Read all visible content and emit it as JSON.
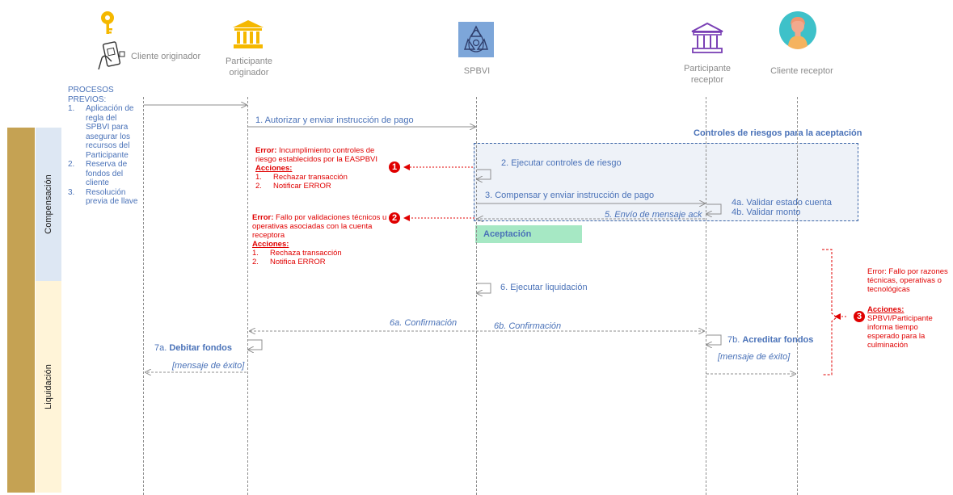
{
  "actors": [
    {
      "name": "Cliente originador",
      "icon": "key-phone-icon"
    },
    {
      "name": "Participante originador",
      "icon": "bank-icon"
    },
    {
      "name": "SPBVI",
      "icon": "spbvi-logo-icon"
    },
    {
      "name": "Participante receptor",
      "icon": "bank-outline-icon"
    },
    {
      "name": "Cliente receptor",
      "icon": "person-avatar-icon"
    }
  ],
  "procesos": {
    "title": "PROCESOS PREVIOS:",
    "items": [
      {
        "n": "1.",
        "text": "Aplicación de regla del SPBVI para asegurar los recursos del Participante"
      },
      {
        "n": "2.",
        "text": "Reserva de fondos del cliente"
      },
      {
        "n": "3.",
        "text": "Resolución previa de llave"
      }
    ]
  },
  "phases": {
    "compensacion": "Compensación",
    "liquidacion": "Liquidación"
  },
  "controles_title": "Controles de riesgos para la aceptación",
  "messages": {
    "m1": "1. Autorizar y enviar instrucción de pago",
    "m2": "2. Ejecutar controles de riesgo",
    "m3": "3. Compensar y enviar instrucción de pago",
    "m4a": "4a. Validar estado cuenta",
    "m4b": "4b. Validar monto",
    "m5": "5. Envío de mensaje ack",
    "aceptacion": "Aceptación",
    "m6": "6. Ejecutar liquidación",
    "m6a": "6a. Confirmación",
    "m6b": "6b. Confirmación",
    "m7a_pre": "7a. ",
    "m7a_bold": "Debitar fondos",
    "m7b_pre": "7b. ",
    "m7b_bold": "Acreditar fondos",
    "exito1": "[mensaje de éxito]",
    "exito2": "[mensaje de éxito]"
  },
  "errors": {
    "e1": {
      "num": "1",
      "lead": "Error:",
      "text": "Incumplimiento controles de riesgo establecidos por la EASPBVI",
      "acciones": "Acciones:",
      "items": [
        {
          "n": "1.",
          "t": "Rechazar transacción"
        },
        {
          "n": "2.",
          "t": "Notificar ERROR"
        }
      ]
    },
    "e2": {
      "num": "2",
      "lead": "Error:",
      "text": "Fallo por validaciones técnicos u operativas asociadas con la cuenta receptora",
      "acciones": "Acciones:",
      "items": [
        {
          "n": "1.",
          "t": "Rechaza transacción"
        },
        {
          "n": "2.",
          "t": "Notifica ERROR"
        }
      ]
    },
    "e3": {
      "num": "3",
      "text": "Error: Fallo por razones técnicas, operativas o tecnológicas",
      "acciones": "Acciones:",
      "detail": "SPBVI/Participante informa tiempo esperado para la culminación"
    }
  },
  "colors": {
    "blue": "#4a72b8",
    "red": "#e00000",
    "compensacion_bg": "#dde7f3",
    "liquidacion_bg": "#fff4d8",
    "phase_bar": "#c5a253",
    "aceptacion_bg": "#a6e8c4",
    "controles_bg": "#eef2f8"
  }
}
